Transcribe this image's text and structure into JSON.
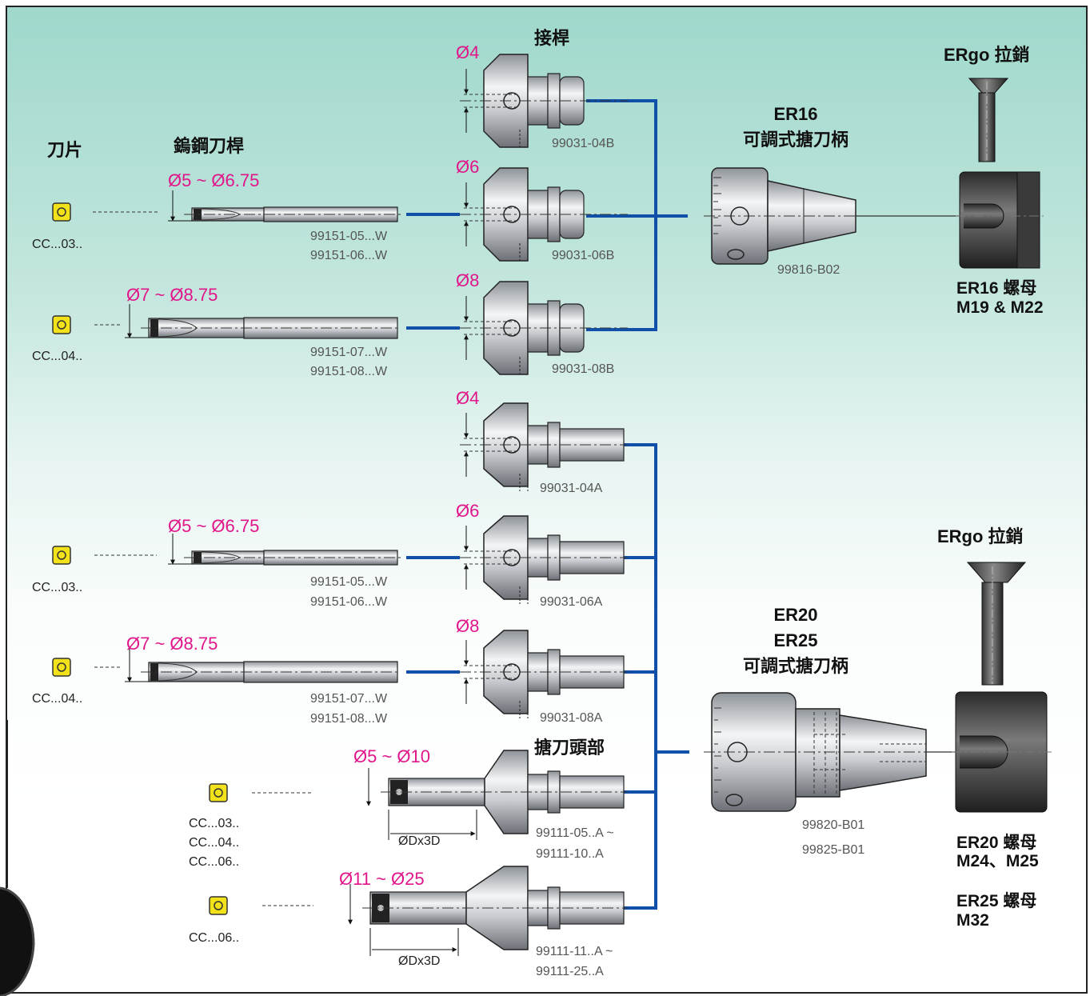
{
  "headings": {
    "insert": "刀片",
    "carbide_bar": "鎢鋼刀桿",
    "extension": "接桿",
    "boring_head": "搪刀頭部",
    "er16_title": "ER16",
    "er16_sub": "可調式搪刀柄",
    "er20_title": "ER20",
    "er25_title": "ER25",
    "er2025_sub": "可調式搪刀柄",
    "ergo_pin_top": "ERgo 拉銷",
    "ergo_pin_bottom": "ERgo 拉銷",
    "er16_nut_1": "ER16 螺母",
    "er16_nut_2": "M19 & M22",
    "er20_nut_1": "ER20 螺母",
    "er20_nut_2": "M24、M25",
    "er25_nut_1": "ER25 螺母",
    "er25_nut_2": "M32"
  },
  "dims": {
    "d1": "Ø5 ~ Ø6.75",
    "d2": "Ø7 ~ Ø8.75",
    "d3": "Ø5 ~ Ø6.75",
    "d4": "Ø7 ~ Ø8.75",
    "d5": "Ø5 ~ Ø10",
    "d6": "Ø11 ~ Ø25",
    "e1": "Ø4",
    "e2": "Ø6",
    "e3": "Ø8",
    "e4": "Ø4",
    "e5": "Ø6",
    "e6": "Ø8",
    "len1": "ØDx3D",
    "len2": "ØDx3D"
  },
  "codes": {
    "b1a": "99151-05...W",
    "b1b": "99151-06...W",
    "b2a": "99151-07...W",
    "b2b": "99151-08...W",
    "b3a": "99151-05...W",
    "b3b": "99151-06...W",
    "b4a": "99151-07...W",
    "b4b": "99151-08...W",
    "x1": "99031-04B",
    "x2": "99031-06B",
    "x3": "99031-08B",
    "x4": "99031-04A",
    "x5": "99031-06A",
    "x6": "99031-08A",
    "h1a": "99111-05..A ~",
    "h1b": "99111-10..A",
    "h2a": "99111-11..A ~",
    "h2b": "99111-25..A",
    "er16": "99816-B02",
    "er20": "99820-B01",
    "er25": "99825-B01"
  },
  "inserts": {
    "i1": "CC...03..",
    "i2": "CC...04..",
    "i3": "CC...03..",
    "i4": "CC...04..",
    "i5a": "CC...03..",
    "i5b": "CC...04..",
    "i5c": "CC...06..",
    "i6": "CC...06.."
  },
  "colors": {
    "connector": "#1050a8",
    "dimension": "#e0168a",
    "insert_fill": "#f2e21a"
  }
}
